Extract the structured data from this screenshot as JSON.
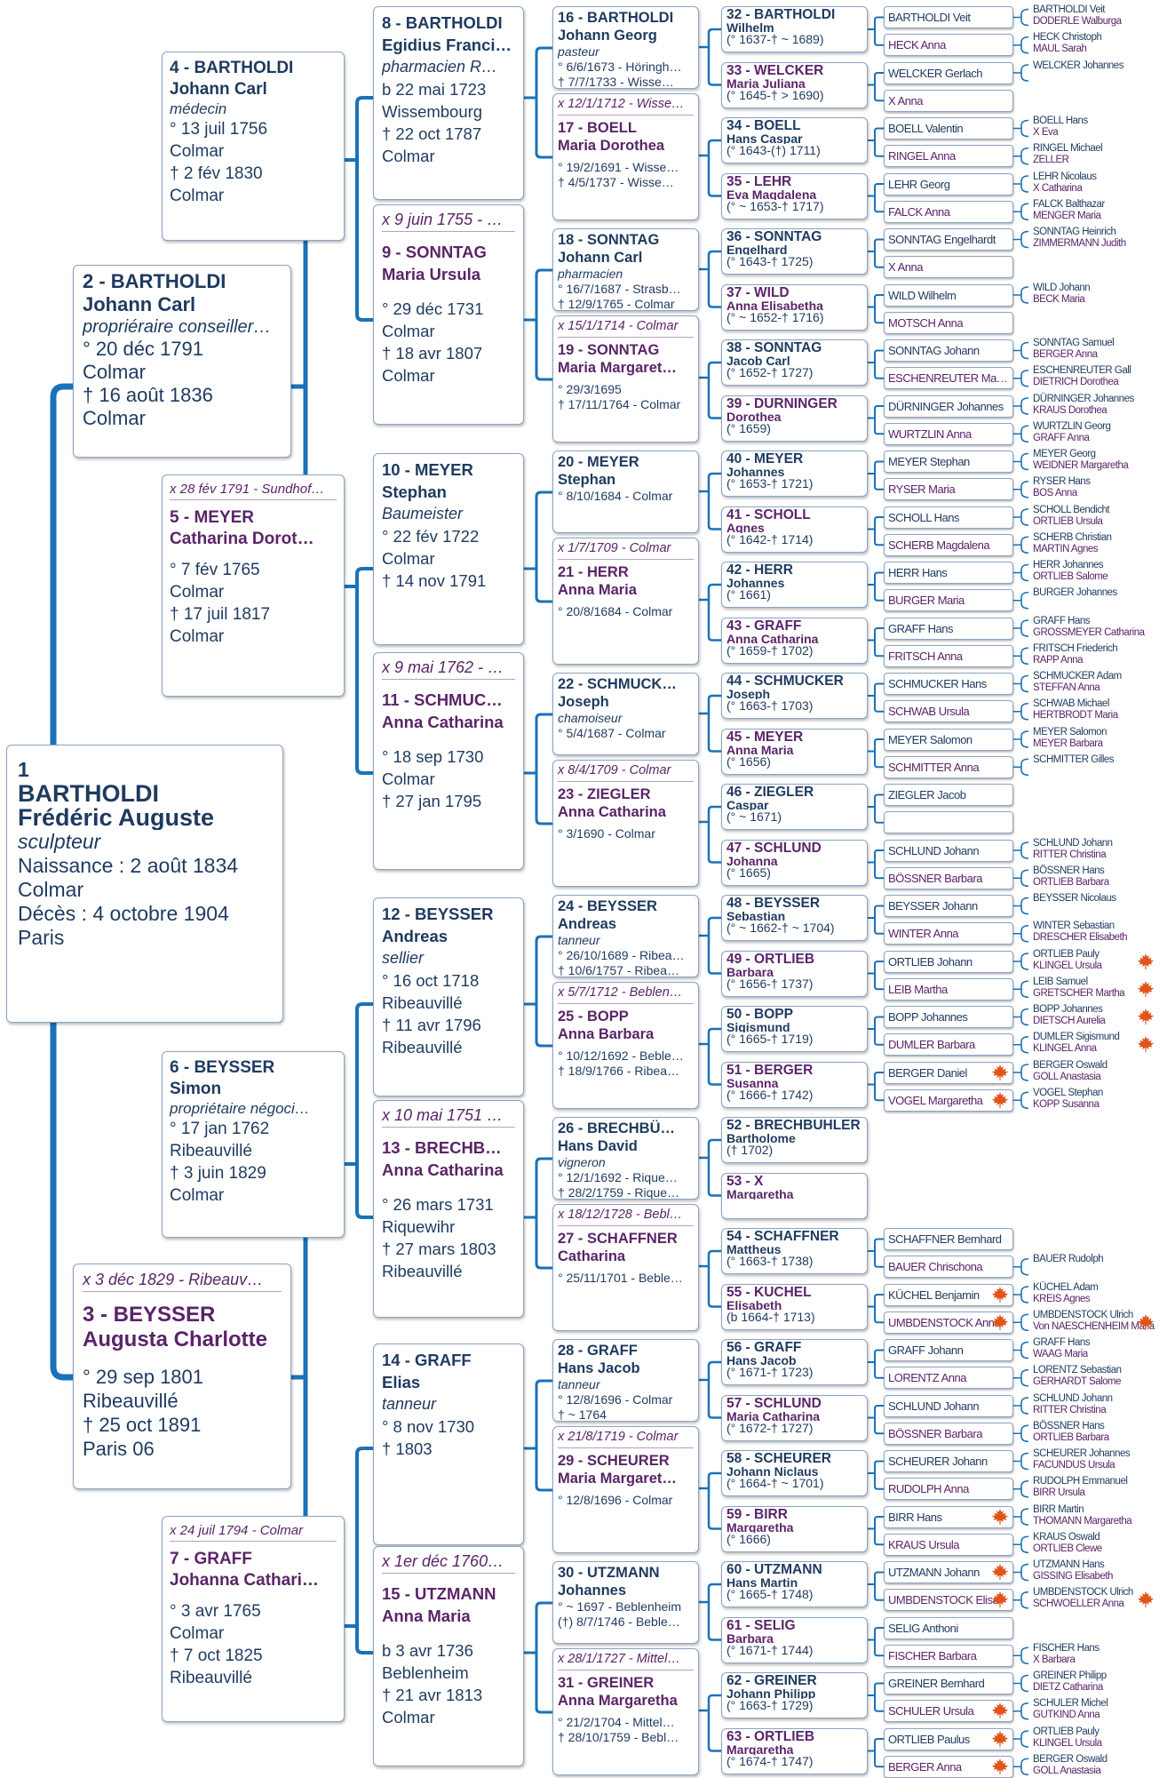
{
  "colors": {
    "line": "#1a72b8",
    "male": "#1e3a5f",
    "female": "#5a2468",
    "border": "#8aa4c4",
    "leaf": "#e0551a"
  },
  "icon": "maple-leaf-icon",
  "root": {
    "num": "1",
    "name1": "BARTHOLDI",
    "name2": "Frédéric Auguste",
    "job": "sculpteur",
    "birth": "Naissance : 2 août 1834",
    "birth_place": "Colmar",
    "death": "Décès : 4 octobre 1904",
    "death_place": "Paris"
  },
  "g2": [
    {
      "id": 2,
      "title": "2 - BARTHOLDI",
      "first": "Johann Carl",
      "job": "propriéraire conseiller…",
      "lines": [
        "° 20 déc 1791",
        "Colmar",
        "† 16 août 1836",
        "Colmar"
      ]
    },
    {
      "id": 3,
      "marriage": "x 3 déc 1829 - Ribeauv…",
      "title": "3 - BEYSSER",
      "first": "Augusta Charlotte",
      "lines": [
        "° 29 sep 1801",
        "Ribeauvillé",
        "† 25 oct 1891",
        "Paris 06"
      ]
    }
  ],
  "g3": [
    {
      "id": 4,
      "title": "4 - BARTHOLDI",
      "first": "Johann Carl",
      "job": "médecin",
      "lines": [
        "° 13 juil 1756",
        "Colmar",
        "† 2 fév 1830",
        "Colmar"
      ]
    },
    {
      "id": 5,
      "marriage": "x 28 fév 1791 - Sundhof…",
      "title": "5 - MEYER",
      "first": "Catharina Dorot…",
      "lines": [
        "° 7 fév 1765",
        "Colmar",
        "† 17 juil 1817",
        "Colmar"
      ]
    },
    {
      "id": 6,
      "title": "6 - BEYSSER",
      "first": "Simon",
      "job": "propriétaire négoci…",
      "lines": [
        "° 17 jan 1762",
        "Ribeauvillé",
        "† 3 juin 1829",
        "Colmar"
      ]
    },
    {
      "id": 7,
      "marriage": "x 24 juil 1794 - Colmar",
      "title": "7 - GRAFF",
      "first": "Johanna Cathari…",
      "lines": [
        "° 3 avr 1765",
        "Colmar",
        "† 7 oct 1825",
        "Ribeauvillé"
      ]
    }
  ],
  "g4": [
    {
      "id": 8,
      "title": "8 - BARTHOLDI",
      "first": "Egidius Franci…",
      "job": "pharmacien R…",
      "lines": [
        "b 22 mai 1723",
        "Wissembourg",
        "† 22 oct 1787",
        "Colmar"
      ]
    },
    {
      "id": 9,
      "marriage": "x 9 juin 1755 - …",
      "title": "9 - SONNTAG",
      "first": "Maria Ursula",
      "lines": [
        "° 29 déc 1731",
        "Colmar",
        "† 18 avr 1807",
        "Colmar"
      ]
    },
    {
      "id": 10,
      "title": "10 - MEYER",
      "first": "Stephan",
      "job": "Baumeister",
      "lines": [
        "° 22 fév 1722",
        "Colmar",
        "† 14 nov 1791"
      ]
    },
    {
      "id": 11,
      "marriage": "x 9 mai 1762 - …",
      "title": "11 - SCHMUC…",
      "first": "Anna Catharina",
      "lines": [
        "° 18 sep 1730",
        "Colmar",
        "† 27 jan 1795"
      ]
    },
    {
      "id": 12,
      "title": "12 - BEYSSER",
      "first": "Andreas",
      "job": "sellier",
      "lines": [
        "° 16 oct 1718",
        "Ribeauvillé",
        "† 11 avr 1796",
        "Ribeauvillé"
      ]
    },
    {
      "id": 13,
      "marriage": "x 10 mai 1751 …",
      "title": "13 - BRECHB…",
      "first": "Anna Catharina",
      "lines": [
        "° 26 mars 1731",
        "Riquewihr",
        "† 27 mars 1803",
        "Ribeauvillé"
      ]
    },
    {
      "id": 14,
      "title": "14 - GRAFF",
      "first": "Elias",
      "job": "tanneur",
      "lines": [
        "° 8 nov 1730",
        "",
        "† 1803"
      ]
    },
    {
      "id": 15,
      "marriage": "x 1er déc 1760…",
      "title": "15 - UTZMANN",
      "first": "Anna Maria",
      "lines": [
        "b 3 avr 1736",
        "Beblenheim",
        "† 21 avr 1813",
        "Colmar"
      ]
    }
  ],
  "g5": [
    {
      "id": 16,
      "title": "16 - BARTHOLDI",
      "first": "Johann Georg",
      "job": "pasteur",
      "lines": [
        "° 6/6/1673 - Höringh…",
        "† 7/7/1733 - Wisse…"
      ]
    },
    {
      "id": 17,
      "marriage": "x 12/1/1712 - Wisse…",
      "title": "17 - BOELL",
      "first": "Maria Dorothea",
      "lines": [
        "° 19/2/1691 - Wisse…",
        "† 4/5/1737 - Wisse…"
      ]
    },
    {
      "id": 18,
      "title": "18 - SONNTAG",
      "first": "Johann Carl",
      "job": "pharmacien",
      "lines": [
        "° 16/7/1687 - Strasb…",
        "† 12/9/1765 - Colmar"
      ]
    },
    {
      "id": 19,
      "marriage": "x 15/1/1714 - Colmar",
      "title": "19 - SONNTAG",
      "first": "Maria Margaret…",
      "lines": [
        "° 29/3/1695",
        "† 17/11/1764 - Colmar"
      ]
    },
    {
      "id": 20,
      "title": "20 - MEYER",
      "first": "Stephan",
      "lines": [
        "° 8/10/1684 - Colmar"
      ]
    },
    {
      "id": 21,
      "marriage": "x 1/7/1709 - Colmar",
      "title": "21 - HERR",
      "first": "Anna Maria",
      "lines": [
        "° 20/8/1684 - Colmar"
      ]
    },
    {
      "id": 22,
      "title": "22 - SCHMUCK…",
      "first": "Joseph",
      "job": "chamoiseur",
      "lines": [
        "° 5/4/1687 - Colmar"
      ]
    },
    {
      "id": 23,
      "marriage": "x 8/4/1709 - Colmar",
      "title": "23 - ZIEGLER",
      "first": "Anna Catharina",
      "lines": [
        "° 3/1690 - Colmar"
      ]
    },
    {
      "id": 24,
      "title": "24 - BEYSSER",
      "first": "Andreas",
      "job": "tanneur",
      "lines": [
        "° 26/10/1689 - Ribea…",
        "† 10/6/1757 - Ribea…"
      ]
    },
    {
      "id": 25,
      "marriage": "x 5/7/1712 - Beblen…",
      "title": "25 - BOPP",
      "first": "Anna Barbara",
      "lines": [
        "° 10/12/1692 - Beble…",
        "† 18/9/1766 - Ribea…"
      ]
    },
    {
      "id": 26,
      "title": "26 - BRECHBÜ…",
      "first": "Hans David",
      "job": "vigneron",
      "lines": [
        "° 12/1/1692 - Rique…",
        "† 28/2/1759 - Rique…"
      ]
    },
    {
      "id": 27,
      "marriage": "x 18/12/1728 - Bebl…",
      "title": "27 - SCHAFFNER",
      "first": "Catharina",
      "lines": [
        "° 25/11/1701 - Beble…"
      ]
    },
    {
      "id": 28,
      "title": "28 - GRAFF",
      "first": "Hans Jacob",
      "job": "tanneur",
      "lines": [
        "° 12/8/1696 - Colmar",
        "† ~ 1764"
      ]
    },
    {
      "id": 29,
      "marriage": "x 21/8/1719 - Colmar",
      "title": "29 - SCHEURER",
      "first": "Maria Margaret…",
      "lines": [
        "° 12/8/1696 - Colmar"
      ]
    },
    {
      "id": 30,
      "title": "30 - UTZMANN",
      "first": "Johannes",
      "lines": [
        "° ~ 1697 - Beblenheim",
        "(†) 8/7/1746 - Beble…"
      ]
    },
    {
      "id": 31,
      "marriage": "x 28/1/1727 - Mittel…",
      "title": "31 - GREINER",
      "first": "Anna Margaretha",
      "lines": [
        "° 21/2/1704 - Mittel…",
        "† 28/10/1759 - Bebl…"
      ]
    }
  ],
  "g6": [
    {
      "id": 32,
      "title": "32 - BARTHOLDI",
      "first": "Wilhelm",
      "dates": "(° 1637-† ~ 1689)"
    },
    {
      "id": 33,
      "title": "33 - WELCKER",
      "first": "Maria Juliana",
      "dates": "(° 1645-† > 1690)"
    },
    {
      "id": 34,
      "title": "34 - BOELL",
      "first": "Hans Caspar",
      "dates": "(° 1643-(†) 1711)"
    },
    {
      "id": 35,
      "title": "35 - LEHR",
      "first": "Eva Magdalena",
      "dates": "(° ~ 1653-† 1717)"
    },
    {
      "id": 36,
      "title": "36 - SONNTAG",
      "first": "Engelhard",
      "dates": "(° 1643-† 1725)"
    },
    {
      "id": 37,
      "title": "37 - WILD",
      "first": "Anna Elisabetha",
      "dates": "(° ~ 1652-† 1716)"
    },
    {
      "id": 38,
      "title": "38 - SONNTAG",
      "first": "Jacob Carl",
      "dates": "(° 1652-† 1727)"
    },
    {
      "id": 39,
      "title": "39 - DÜRNINGER",
      "first": "Dorothea",
      "dates": "(° 1659)"
    },
    {
      "id": 40,
      "title": "40 - MEYER",
      "first": "Johannes",
      "dates": "(° 1653-† 1721)"
    },
    {
      "id": 41,
      "title": "41 - SCHOLL",
      "first": "Agnes",
      "dates": "(° 1642-† 1714)"
    },
    {
      "id": 42,
      "title": "42 - HERR",
      "first": "Johannes",
      "dates": "(° 1661)"
    },
    {
      "id": 43,
      "title": "43 - GRAFF",
      "first": "Anna Catharina",
      "dates": "(° 1659-† 1702)"
    },
    {
      "id": 44,
      "title": "44 - SCHMUCKER",
      "first": "Joseph",
      "dates": "(° 1663-† 1703)"
    },
    {
      "id": 45,
      "title": "45 - MEYER",
      "first": "Anna Maria",
      "dates": "(° 1656)"
    },
    {
      "id": 46,
      "title": "46 - ZIEGLER",
      "first": "Caspar",
      "dates": "(° ~ 1671)"
    },
    {
      "id": 47,
      "title": "47 - SCHLUND",
      "first": "Johanna",
      "dates": "(° 1665)"
    },
    {
      "id": 48,
      "title": "48 - BEYSSER",
      "first": "Sebastian",
      "dates": "(° ~ 1662-† ~ 1704)"
    },
    {
      "id": 49,
      "title": "49 - ORTLIEB",
      "first": "Barbara",
      "dates": "(° 1656-† 1737)"
    },
    {
      "id": 50,
      "title": "50 - BOPP",
      "first": "Sigismund",
      "dates": "(° 1665-† 1719)"
    },
    {
      "id": 51,
      "title": "51 - BERGER",
      "first": "Susanna",
      "dates": "(° 1666-† 1742)"
    },
    {
      "id": 52,
      "title": "52 - BRECHBÜHLER",
      "first": "Bartholome",
      "dates": "(† 1702)"
    },
    {
      "id": 53,
      "title": "53 - X",
      "first": "Margaretha",
      "dates": ""
    },
    {
      "id": 54,
      "title": "54 - SCHAFFNER",
      "first": "Mattheus",
      "dates": "(° 1663-† 1738)"
    },
    {
      "id": 55,
      "title": "55 - KÜCHEL",
      "first": "Elisabeth",
      "dates": "(b 1664-† 1713)"
    },
    {
      "id": 56,
      "title": "56 - GRAFF",
      "first": "Hans Jacob",
      "dates": "(° 1671-† 1723)"
    },
    {
      "id": 57,
      "title": "57 - SCHLUND",
      "first": "Maria Catharina",
      "dates": "(° 1672-† 1727)"
    },
    {
      "id": 58,
      "title": "58 - SCHEURER",
      "first": "Johann Niclaus",
      "dates": "(° 1664-† ~ 1701)"
    },
    {
      "id": 59,
      "title": "59 - BIRR",
      "first": "Margaretha",
      "dates": "(° 1666)"
    },
    {
      "id": 60,
      "title": "60 - UTZMANN",
      "first": "Hans Martin",
      "dates": "(° 1665-† 1748)"
    },
    {
      "id": 61,
      "title": "61 - SELIG",
      "first": "Barbara",
      "dates": "(° 1671-† 1744)"
    },
    {
      "id": 62,
      "title": "62 - GREINER",
      "first": "Johann Philipp",
      "dates": "(° 1663-† 1729)"
    },
    {
      "id": 63,
      "title": "63 - ORTLIEB",
      "first": "Margaretha",
      "dates": "(° 1674-† 1747)"
    }
  ],
  "g7": [
    "BARTHOLDI Veit",
    "HECK Anna",
    "WELCKER Gerlach",
    "X Anna",
    "BOELL Valentin",
    "RINGEL Anna",
    "LEHR Georg",
    "FALCK Anna",
    "SONNTAG Engelhardt",
    "X Anna",
    "WILD Wilhelm",
    "MOTSCH Anna",
    "SONNTAG Johann",
    "ESCHENREUTER Mar…",
    "DÜRNINGER Johannes",
    "WURTZLIN Anna",
    "MEYER Stephan",
    "RYSER Maria",
    "SCHOLL Hans",
    "SCHERB Magdalena",
    "HERR Hans",
    "BURGER Maria",
    "GRAFF Hans",
    "FRITSCH Anna",
    "SCHMUCKER Hans",
    "SCHWAB Ursula",
    "MEYER Salomon",
    "SCHMITTER Anna",
    "ZIEGLER Jacob",
    "",
    "SCHLUND Johann",
    "BÖSSNER Barbara",
    "BEYSSER Johann",
    "WINTER Anna",
    "ORTLIEB Johann",
    "LEIB Martha",
    "BOPP Johannes",
    "DUMLER Barbara",
    "BERGER Daniel",
    "VOGEL Margaretha",
    "",
    "",
    "",
    "",
    "SCHAFFNER Bernhard",
    "BAUER Chrischona",
    "KÜCHEL Benjamin",
    "UMBDENSTOCK Anna",
    "GRAFF Johann",
    "LORENTZ Anna",
    "SCHLUND Johann",
    "BÖSSNER Barbara",
    "SCHEURER Johann",
    "RUDOLPH Anna",
    "BIRR Hans",
    "KRAUS Ursula",
    "UTZMANN Johann",
    "UMBDENSTOCK Elisa",
    "SELIG Anthoni",
    "FISCHER Barbara",
    "GREINER Bernhard",
    "SCHULER Ursula",
    "ORTLIEB Paulus",
    "BERGER Anna"
  ],
  "g8": [
    [
      "BARTHOLDI Veit",
      "DODERLE Walburga"
    ],
    [
      "HECK Christoph",
      "MAUL Sarah"
    ],
    [
      "WELCKER Johannes",
      ""
    ],
    [
      "",
      ""
    ],
    [
      "BOELL Hans",
      "X Eva"
    ],
    [
      "RINGEL Michael",
      "ZELLER"
    ],
    [
      "LEHR Nicolaus",
      "X Catharina"
    ],
    [
      "FALCK Balthazar",
      "MENGER Maria"
    ],
    [
      "SONNTAG Heinrich",
      "ZIMMERMANN Judith"
    ],
    [
      "",
      ""
    ],
    [
      "WILD Johann",
      "BECK Maria"
    ],
    [
      "",
      ""
    ],
    [
      "SONNTAG Samuel",
      "BERGER Anna"
    ],
    [
      "ESCHENREUTER Gall",
      "DIETRICH Dorothea"
    ],
    [
      "DÜRNINGER Johannes",
      "KRAUS Dorothea"
    ],
    [
      "WURTZLIN Georg",
      "GRAFF Anna"
    ],
    [
      "MEYER Georg",
      "WEIDNER Margaretha"
    ],
    [
      "RYSER Hans",
      "BOS Anna"
    ],
    [
      "SCHOLL Bendicht",
      "ORTLIEB Ursula"
    ],
    [
      "SCHERB Christian",
      "MARTIN Agnes"
    ],
    [
      "HERR Johannes",
      "ORTLIEB Salome"
    ],
    [
      "BURGER Johannes",
      ""
    ],
    [
      "GRAFF Hans",
      "GROSSMEYER Catharina"
    ],
    [
      "FRITSCH Friederich",
      "RAPP Anna"
    ],
    [
      "SCHMUCKER Adam",
      "STEFFAN Anna"
    ],
    [
      "SCHWAB Michael",
      "HERTBRODT Maria"
    ],
    [
      "MEYER Salomon",
      "MEYER Barbara"
    ],
    [
      "SCHMITTER Gilles",
      ""
    ],
    [
      "",
      ""
    ],
    [
      "",
      ""
    ],
    [
      "SCHLUND Johann",
      "RITTER Christina"
    ],
    [
      "BÖSSNER Hans",
      "ORTLIEB Barbara"
    ],
    [
      "BEYSSER Nicolaus",
      ""
    ],
    [
      "WINTER Sebastian",
      "DRESCHER Elisabeth"
    ],
    [
      "ORTLIEB Pauly",
      "KLINGEL Ursula"
    ],
    [
      "LEIB Samuel",
      "GRETSCHER Martha"
    ],
    [
      "BOPP Johannes",
      "DIETSCH Aurelia"
    ],
    [
      "DUMLER Sigismund",
      "KLINGEL Anna"
    ],
    [
      "BERGER Oswald",
      "GOLL Anastasia"
    ],
    [
      "VOGEL Stephan",
      "KOPP Susanna"
    ],
    [
      "",
      ""
    ],
    [
      "",
      ""
    ],
    [
      "",
      ""
    ],
    [
      "",
      ""
    ],
    [
      "",
      ""
    ],
    [
      "BAUER Rudolph",
      ""
    ],
    [
      "KÜCHEL Adam",
      "KREIS Agnes"
    ],
    [
      "UMBDENSTOCK Ulrich",
      "Von NAESCHENHEIM Maria"
    ],
    [
      "GRAFF Hans",
      "WAAG Maria"
    ],
    [
      "LORENTZ Sebastian",
      "GERHARDT Salome"
    ],
    [
      "SCHLUND Johann",
      "RITTER Christina"
    ],
    [
      "BÖSSNER Hans",
      "ORTLIEB Barbara"
    ],
    [
      "SCHEURER Johannes",
      "FACUNDUS Ursula"
    ],
    [
      "RUDOLPH Emmanuel",
      "BIRR Ursula"
    ],
    [
      "BIRR Martin",
      "THOMANN Margaretha"
    ],
    [
      "KRAUS Oswald",
      "ORTLIEB Clewe"
    ],
    [
      "UTZMANN Hans",
      "GISSING Elisabeth"
    ],
    [
      "UMBDENSTOCK Ulrich",
      "SCHWOELLER Anna"
    ],
    [
      "",
      ""
    ],
    [
      "FISCHER Hans",
      "X Barbara"
    ],
    [
      "GREINER Philipp",
      "DIETZ Catharina"
    ],
    [
      "SCHULER Michel",
      "GUTKIND Anna"
    ],
    [
      "ORTLIEB Pauly",
      "KLINGEL Ursula"
    ],
    [
      "BERGER Oswald",
      "GOLL Anastasia"
    ]
  ],
  "leaves7": [
    38,
    39,
    46,
    47,
    54,
    56,
    57,
    61,
    62,
    63
  ],
  "leaves8": [
    34,
    35,
    36,
    37,
    47,
    57
  ]
}
